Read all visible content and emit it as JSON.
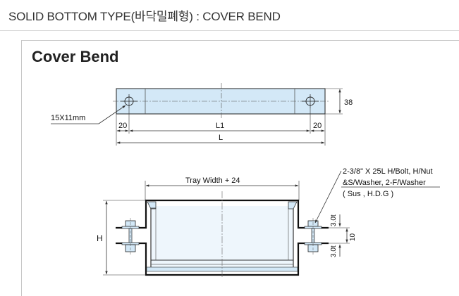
{
  "page": {
    "title": "SOLID BOTTOM TYPE(바닥밀폐형)  : COVER BEND"
  },
  "diagram": {
    "title": "Cover Bend",
    "top_view": {
      "hole_label": "15X11mm",
      "dim_left": "20",
      "dim_right": "20",
      "dim_l1": "L1",
      "dim_l": "L",
      "dim_height": "38"
    },
    "section_view": {
      "width_label": "Tray Width + 24",
      "height_label": "H",
      "bolt_note_1": "2-3/8\" X 25L  H/Bolt, H/Nut",
      "bolt_note_2": "&S/Washer, 2-F/Washer",
      "bolt_note_3": "( Sus , H.D.G )",
      "thk_top": "3.0t",
      "thk_bottom": "3.0t",
      "gap": "10"
    },
    "colors": {
      "plate_fill": "#d3e8f7",
      "line": "#222222",
      "dim": "#333333"
    }
  }
}
